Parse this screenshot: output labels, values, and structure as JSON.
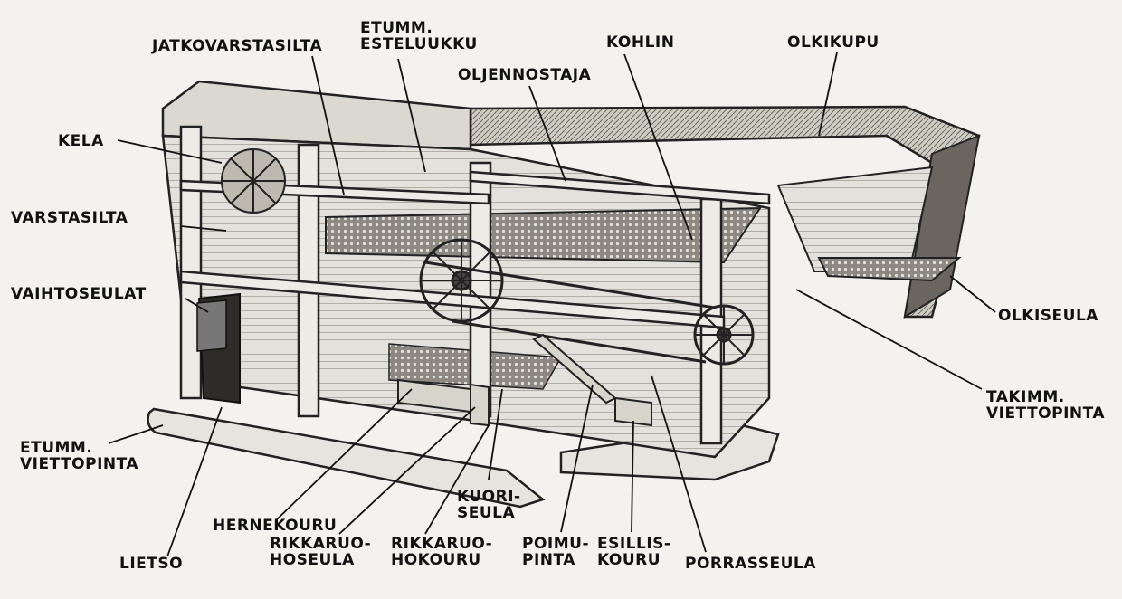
{
  "diagram": {
    "labels": {
      "jatkovarstasilta": "JATKOVARSTASILTA",
      "etumm_esteluukku": "ETUMM.\nESTELUUKKU",
      "oljennostaja": "OLJENNOSTAJA",
      "kohlin": "KOHLIN",
      "olkikupu": "OLKIKUPU",
      "kela": "KELA",
      "varstasilta": "VARSTASILTA",
      "vaihtoseulat": "VAIHTOSEULAT",
      "olkiseula": "OLKISEULA",
      "takimm_viettopinta": "TAKIMM.\nVIETTOPINTA",
      "etumm_viettopinta": "ETUMM.\nVIETTOPINTA",
      "kuoriseula": "KUORI-\nSEULA",
      "hernekouru": "HERNEKOURU",
      "lietso": "LIETSO",
      "rikkaruohoseula": "RIKKARUO-\nHOSEULA",
      "rikkaruohokouru": "RIKKARUO-\nHOKOURU",
      "poimupinta": "POIMU-\nPINTA",
      "esilliskouru": "ESILLIS-\nKOURU",
      "porrasseula": "PORRASSEULA"
    }
  }
}
